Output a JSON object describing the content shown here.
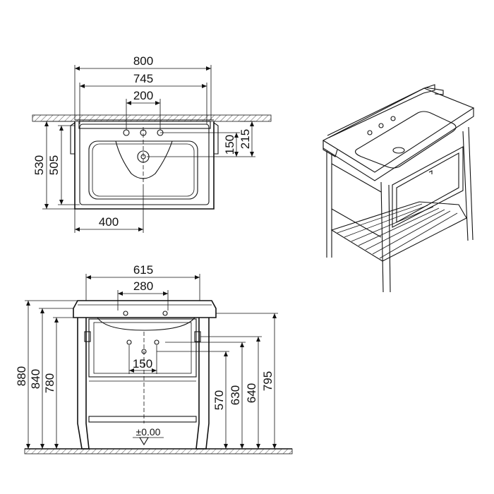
{
  "top_view": {
    "width_overall": "800",
    "width_inner": "745",
    "tap_spacing": "200",
    "depth_overall": "530",
    "depth_inner": "505",
    "tap_to_drain": "150",
    "wall_to_drain": "215",
    "drain_offset": "400"
  },
  "front_view": {
    "top_width": "615",
    "tap_spacing": "280",
    "drain_spacing": "150",
    "floor_level": "±0.00",
    "height_overall": "880",
    "height_rim": "840",
    "height_top": "780",
    "height_a": "570",
    "height_b": "630",
    "height_c": "640",
    "height_d": "795"
  }
}
